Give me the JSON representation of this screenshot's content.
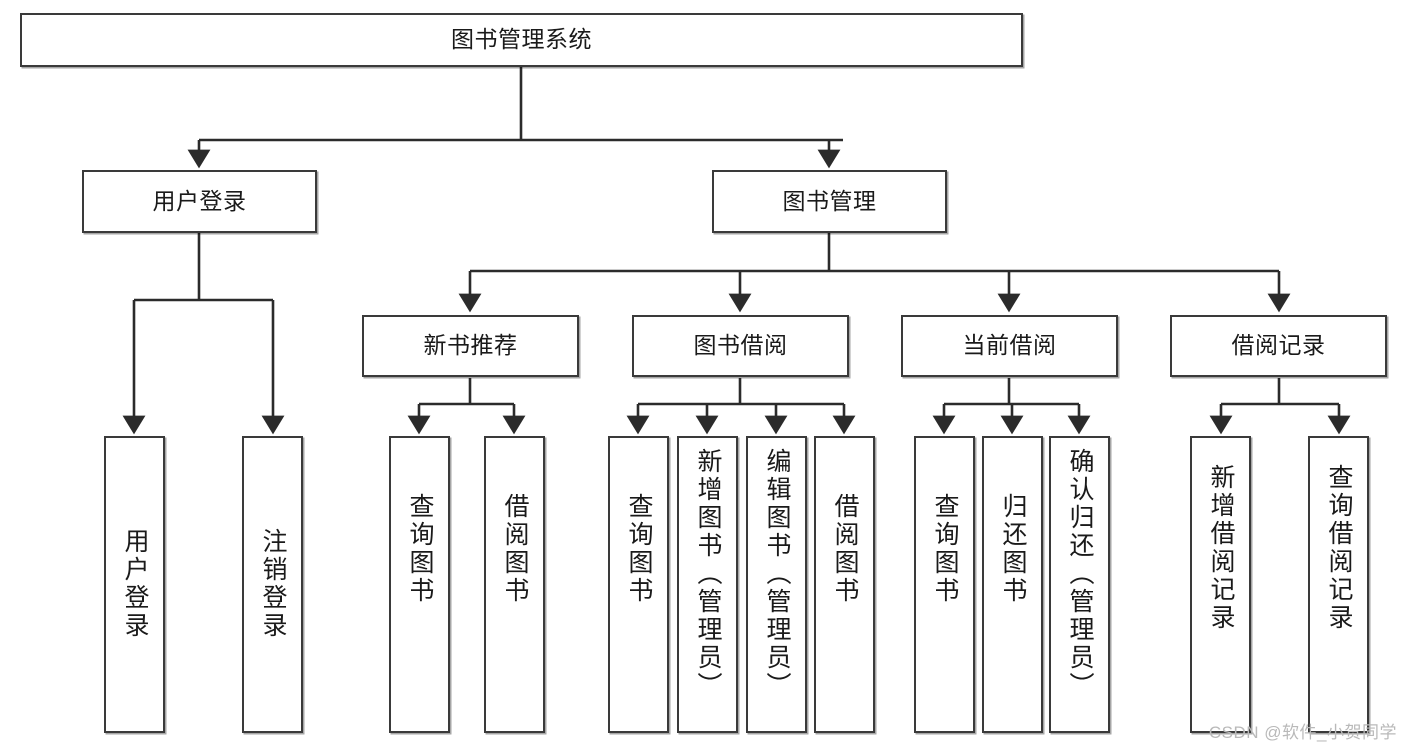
{
  "diagram": {
    "type": "tree-hierarchy-chart",
    "title": "图书管理系统",
    "watermark": "CSDN @软件_小贺同学",
    "colors": {
      "background": "#ffffff",
      "node_border": "#3a3a3a",
      "node_fill": "#ffffff",
      "edge": "#2b2b2b",
      "text": "#1a1a1a",
      "watermark": "#b9b9b9"
    },
    "levels": [
      {
        "level": 1,
        "nodes": [
          {
            "id": "root",
            "label": "图书管理系统",
            "orientation": "horizontal"
          }
        ]
      },
      {
        "level": 2,
        "nodes": [
          {
            "id": "login",
            "label": "用户登录",
            "orientation": "horizontal",
            "parent": "root"
          },
          {
            "id": "bookmgmt",
            "label": "图书管理",
            "orientation": "horizontal",
            "parent": "root"
          }
        ]
      },
      {
        "level": 3,
        "nodes": [
          {
            "id": "newbook",
            "label": "新书推荐",
            "orientation": "horizontal",
            "parent": "bookmgmt"
          },
          {
            "id": "borrow",
            "label": "图书借阅",
            "orientation": "horizontal",
            "parent": "bookmgmt"
          },
          {
            "id": "current",
            "label": "当前借阅",
            "orientation": "horizontal",
            "parent": "bookmgmt"
          },
          {
            "id": "records",
            "label": "借阅记录",
            "orientation": "horizontal",
            "parent": "bookmgmt"
          }
        ]
      },
      {
        "level": 4,
        "nodes": [
          {
            "id": "leaf1",
            "label": "用户登录",
            "orientation": "vertical",
            "parent": "login"
          },
          {
            "id": "leaf2",
            "label": "注销登录",
            "orientation": "vertical",
            "parent": "login"
          },
          {
            "id": "leaf3",
            "label": "查询图书",
            "orientation": "vertical",
            "parent": "newbook"
          },
          {
            "id": "leaf4",
            "label": "借阅图书",
            "orientation": "vertical",
            "parent": "newbook"
          },
          {
            "id": "leaf5",
            "label": "查询图书",
            "orientation": "vertical",
            "parent": "borrow"
          },
          {
            "id": "leaf6",
            "label": "新增图书（管理员）",
            "orientation": "vertical",
            "parent": "borrow"
          },
          {
            "id": "leaf7",
            "label": "编辑图书（管理员）",
            "orientation": "vertical",
            "parent": "borrow"
          },
          {
            "id": "leaf8",
            "label": "借阅图书",
            "orientation": "vertical",
            "parent": "borrow"
          },
          {
            "id": "leaf9",
            "label": "查询图书",
            "orientation": "vertical",
            "parent": "current"
          },
          {
            "id": "leaf10",
            "label": "归还图书",
            "orientation": "vertical",
            "parent": "current"
          },
          {
            "id": "leaf11",
            "label": "确认归还（管理员）",
            "orientation": "vertical",
            "parent": "current"
          },
          {
            "id": "leaf12",
            "label": "新增借阅记录",
            "orientation": "vertical",
            "parent": "records"
          },
          {
            "id": "leaf13",
            "label": "查询借阅记录",
            "orientation": "vertical",
            "parent": "records"
          }
        ]
      }
    ]
  }
}
